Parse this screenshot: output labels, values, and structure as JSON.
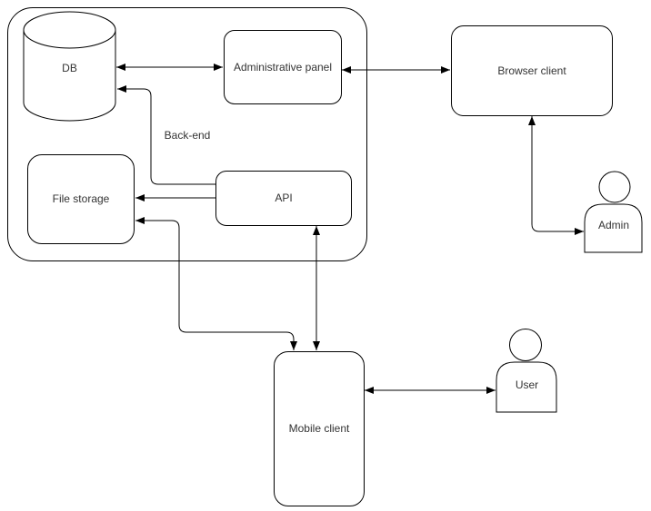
{
  "diagram": {
    "background": "#ffffff",
    "stroke_color": "#000000",
    "text_color": "#333333",
    "container": {
      "label": "Back-end"
    },
    "nodes": {
      "db": {
        "label": "DB",
        "shape": "cylinder"
      },
      "admin_panel": {
        "label": "Administrative panel",
        "shape": "rounded-rect"
      },
      "browser_client": {
        "label": "Browser client",
        "shape": "rounded-rect"
      },
      "file_storage": {
        "label": "File storage",
        "shape": "rounded-rect"
      },
      "api": {
        "label": "API",
        "shape": "rounded-rect"
      },
      "mobile_client": {
        "label": "Mobile client",
        "shape": "rounded-rect"
      }
    },
    "actors": {
      "admin": {
        "label": "Admin",
        "icon": "person-icon"
      },
      "user": {
        "label": "User",
        "icon": "person-icon"
      }
    },
    "edges": [
      {
        "from": "DB",
        "to": "Administrative panel",
        "arrows": "both"
      },
      {
        "from": "Administrative panel",
        "to": "Browser client",
        "arrows": "both"
      },
      {
        "from": "API",
        "to": "DB",
        "arrows": "end"
      },
      {
        "from": "API",
        "to": "File storage",
        "arrows": "end"
      },
      {
        "from": "File storage",
        "to": "Mobile client",
        "arrows": "both"
      },
      {
        "from": "API",
        "to": "Mobile client",
        "arrows": "both"
      },
      {
        "from": "Browser client",
        "to": "Admin",
        "arrows": "both"
      },
      {
        "from": "Mobile client",
        "to": "User",
        "arrows": "both"
      }
    ]
  }
}
